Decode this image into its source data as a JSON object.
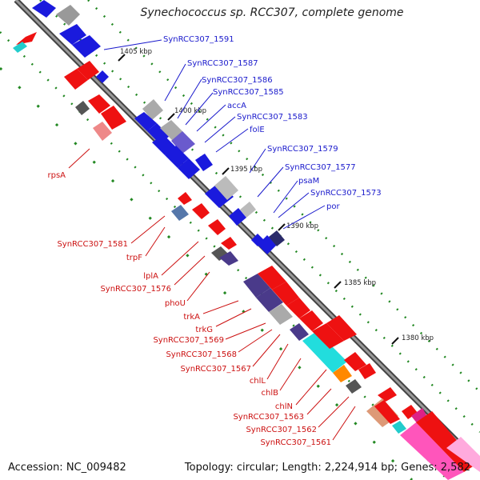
{
  "title": "Synechococcus sp. RCC307, complete genome",
  "accession": "Accession: NC_009482",
  "summary": "Topology: circular; Length: 2,224,914 bp; Genes: 2,582",
  "colors": {
    "forward": "#ee1111",
    "reverse": "#1111dd",
    "backbone": "#777777",
    "gc_dots": "#228822",
    "label_forward": "#cc1111",
    "label_reverse": "#1a1acc"
  },
  "scale_ticks": [
    "1405 kbp",
    "1400 kbp",
    "1395 kbp",
    "1390 kbp",
    "1385 kbp",
    "1380 kbp"
  ],
  "reverse_labels": [
    "SynRCC307_1591",
    "SynRCC307_1587",
    "SynRCC307_1586",
    "SynRCC307_1585",
    "accA",
    "SynRCC307_1583",
    "folE",
    "SynRCC307_1579",
    "SynRCC307_1577",
    "psaM",
    "SynRCC307_1573",
    "por"
  ],
  "forward_labels": [
    "rpsA",
    "SynRCC307_1581",
    "trpF",
    "lplA",
    "SynRCC307_1576",
    "phoU",
    "trkA",
    "trkG",
    "SynRCC307_1569",
    "SynRCC307_1568",
    "SynRCC307_1567",
    "chlL",
    "chlB",
    "chlN",
    "SynRCC307_1563",
    "SynRCC307_1562",
    "SynRCC307_1561"
  ]
}
